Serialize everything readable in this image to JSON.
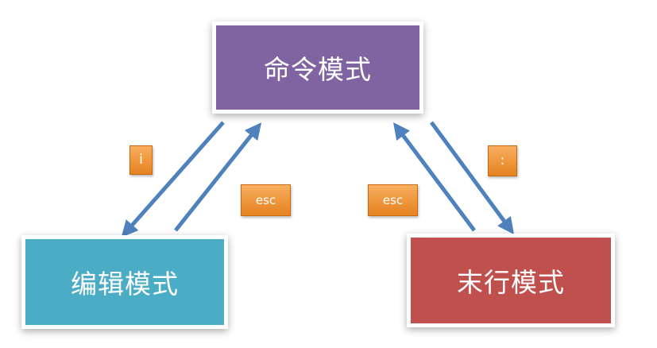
{
  "nodes": {
    "command": "命令模式",
    "edit": "编辑模式",
    "last_line": "末行模式"
  },
  "keys": {
    "to_edit": "i",
    "from_edit": "esc",
    "from_last_line": "esc",
    "to_last_line": ":"
  },
  "colors": {
    "command_box": "#8064a2",
    "edit_box": "#4bacc6",
    "last_line_box": "#c0504d",
    "arrow": "#4f81bd",
    "key_fill": "#f79646"
  }
}
